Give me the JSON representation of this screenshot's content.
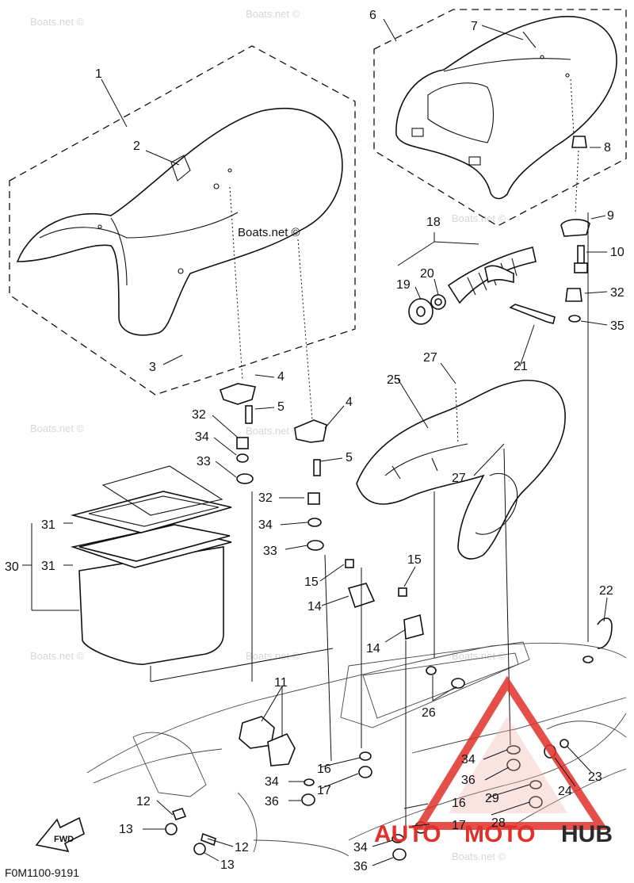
{
  "watermark_text": "Boats.net ©",
  "diagram_code": "F0M1100-9191",
  "fwd_label": "FWD",
  "brand": {
    "part1": "AUTO",
    "part2": "MOTO",
    "part3": "HUB",
    "accent_color": "#e0302a",
    "dark_color": "#2b2b2b",
    "tint_color": "#f2b1a8"
  },
  "callouts": {
    "c1": "1",
    "c2": "2",
    "c3": "3",
    "c4a": "4",
    "c4b": "4",
    "c5a": "5",
    "c5b": "5",
    "c6": "6",
    "c7": "7",
    "c8": "8",
    "c9": "9",
    "c10": "10",
    "c11": "11",
    "c12a": "12",
    "c12b": "12",
    "c13a": "13",
    "c13b": "13",
    "c14a": "14",
    "c14b": "14",
    "c15a": "15",
    "c15b": "15",
    "c16a": "16",
    "c16b": "16",
    "c17a": "17",
    "c17b": "17",
    "c18": "18",
    "c19": "19",
    "c20": "20",
    "c21": "21",
    "c22": "22",
    "c23": "23",
    "c24": "24",
    "c25": "25",
    "c26": "26",
    "c27a": "27",
    "c27b": "27",
    "c28": "28",
    "c29": "29",
    "c30": "30",
    "c31a": "31",
    "c31b": "31",
    "c32a": "32",
    "c32b": "32",
    "c32c": "32",
    "c33a": "33",
    "c33b": "33",
    "c34a": "34",
    "c34b": "34",
    "c34c": "34",
    "c34d": "34",
    "c34e": "34",
    "c35": "35",
    "c36a": "36",
    "c36b": "36",
    "c36c": "36"
  }
}
